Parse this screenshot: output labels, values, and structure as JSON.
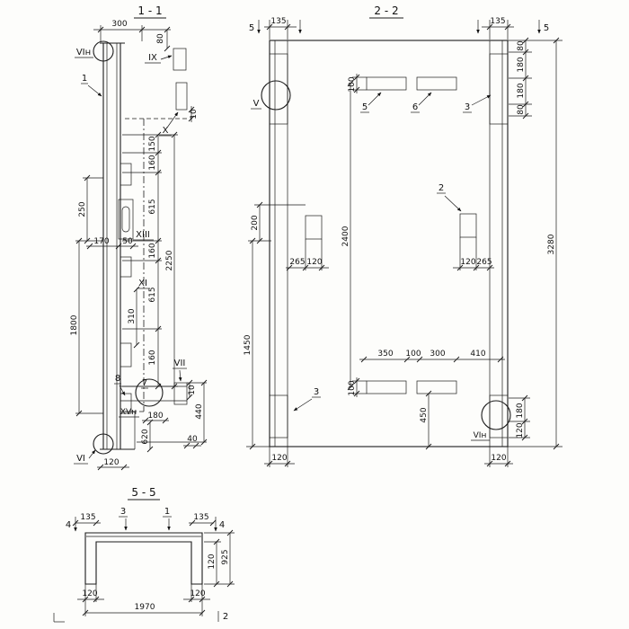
{
  "sheet": {
    "s1": {
      "title": "1 - 1",
      "t": {
        "d300": "300",
        "d80": "80",
        "vin": "VIн",
        "p1": "1",
        "ix": "IX",
        "x": "X",
        "d10a": "10",
        "d150": "150",
        "d160a": "160",
        "d615a": "615",
        "d160b": "160",
        "d615b": "615",
        "d160c": "160",
        "d2250": "2250",
        "d250": "250",
        "d1800": "1800",
        "d170": "170",
        "d50": "50",
        "d310": "310",
        "xiii": "XIII",
        "xi": "XI",
        "vii": "VII",
        "xvn": "XVн",
        "vi": "VI",
        "p8": "8",
        "p7": "7",
        "d10b": "10",
        "d180": "180",
        "d620": "620",
        "d440": "440",
        "d40": "40",
        "d120": "120"
      }
    },
    "s2": {
      "title": "2 - 2",
      "t": {
        "cut5l": "5",
        "d135l": "135",
        "d135r": "135",
        "cut5r": "5",
        "d80a": "80",
        "d180a": "180",
        "d180b": "180",
        "d80b": "80",
        "d100t": "100",
        "p5": "5",
        "p6": "6",
        "p3t": "3",
        "v": "V",
        "p2": "2",
        "d200": "200",
        "d1450": "1450",
        "d2400": "2400",
        "d3280": "3280",
        "d265l": "265",
        "d120l": "120",
        "d120r": "120",
        "d265r": "265",
        "d350": "350",
        "d100m": "100",
        "d300": "300",
        "d410": "410",
        "d100b": "100",
        "d450": "450",
        "p3b": "3",
        "vin": "VIн",
        "d180r": "180",
        "d120rr": "120",
        "d120bl": "120",
        "d120br": "120"
      }
    },
    "s5": {
      "title": "5 - 5",
      "t": {
        "cut4l": "4",
        "d135l": "135",
        "p3": "3",
        "p1": "1",
        "d135r": "135",
        "cut4r": "4",
        "d120r": "120",
        "d925": "925",
        "d120bl": "120",
        "d1970": "1970",
        "d120br": "120",
        "n2": "2"
      }
    }
  }
}
